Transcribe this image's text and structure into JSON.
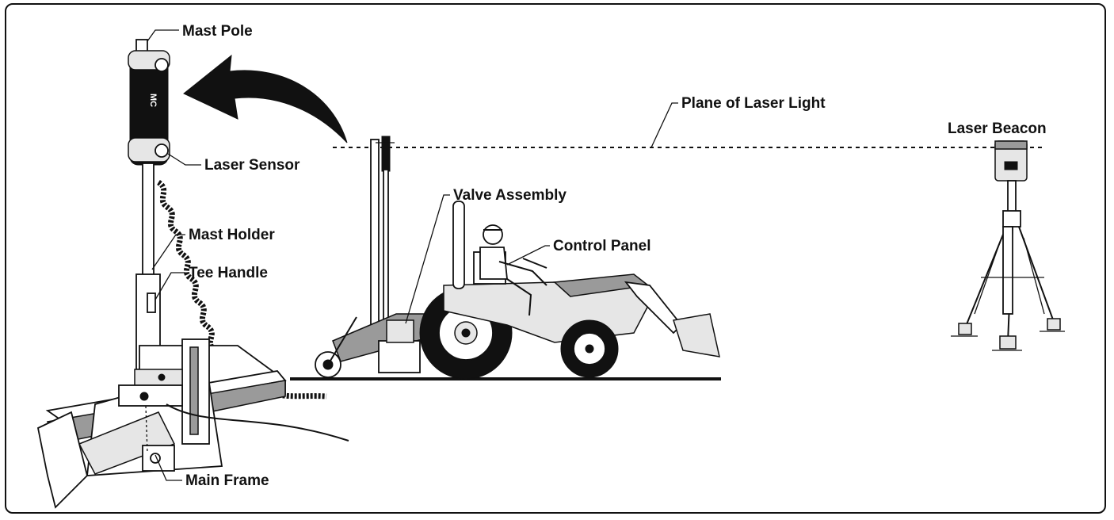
{
  "labels": {
    "mast_pole": "Mast Pole",
    "laser_sensor": "Laser Sensor",
    "mast_holder": "Mast Holder",
    "tee_handle": "Tee Handle",
    "main_frame": "Main Frame",
    "valve_assembly": "Valve Assembly",
    "control_panel": "Control Panel",
    "plane_of_laser_light": "Plane of Laser Light",
    "laser_beacon": "Laser Beacon",
    "sensor_mark": "MC"
  },
  "colors": {
    "ink": "#111111",
    "paper": "#ffffff",
    "shade": "#9a9a9a"
  }
}
